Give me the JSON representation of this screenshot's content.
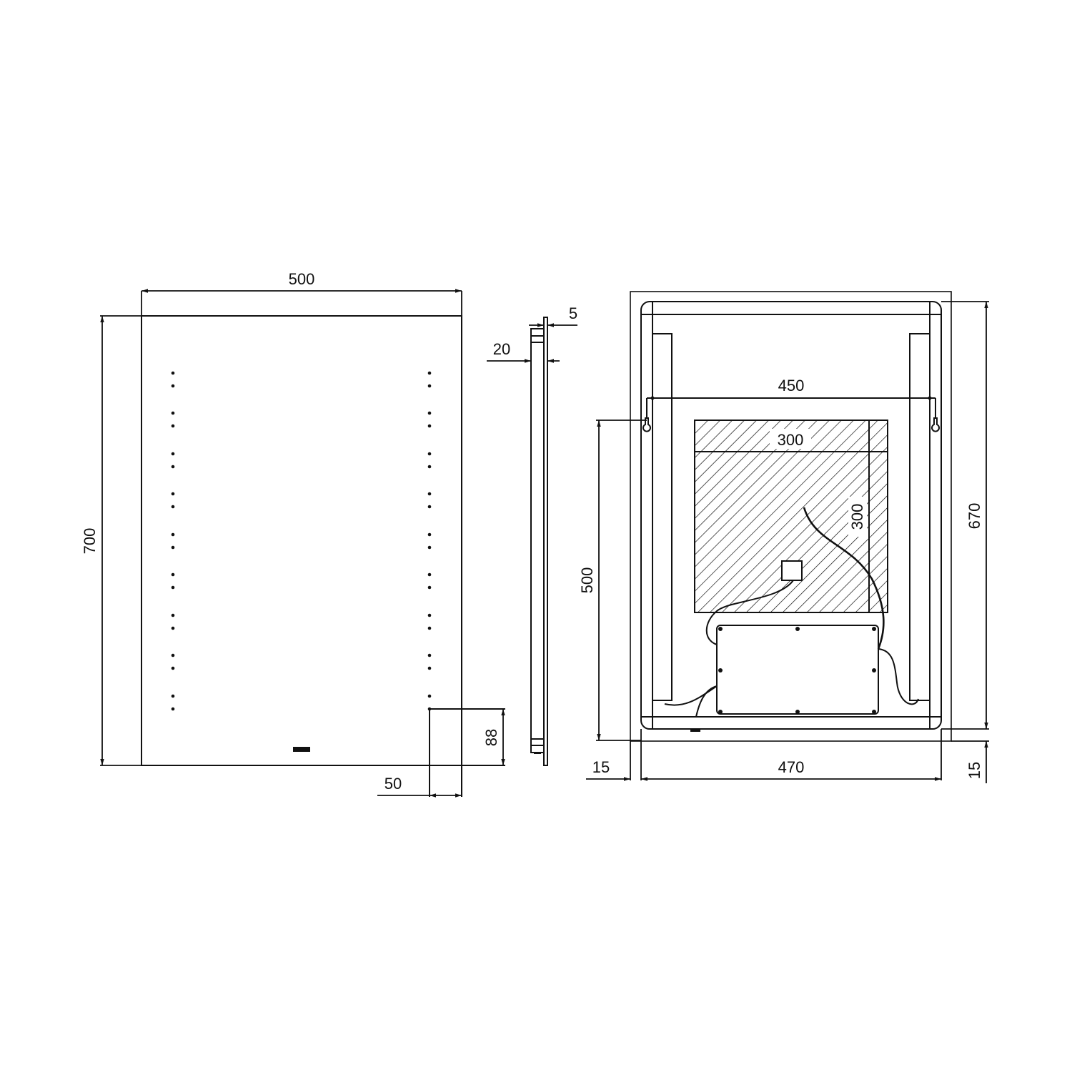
{
  "drawing": {
    "type": "technical-dimension-drawing",
    "subject": "LED bathroom mirror",
    "units": "mm",
    "front_view": {
      "width_label": "500",
      "height_label": "700",
      "sensor_height_label": "88",
      "sensor_offset_label": "50",
      "led_dot_pairs_per_side": 9
    },
    "side_view": {
      "frame_depth_label": "20",
      "glass_thickness_label": "5"
    },
    "rear_view": {
      "hanger_spacing_label": "450",
      "hatched_width_label": "300",
      "hatched_height_label": "300",
      "hanger_height_label": "500",
      "frame_height_label": "670",
      "frame_width_label": "470",
      "left_inset_label": "15",
      "bottom_inset_label": "15"
    }
  }
}
